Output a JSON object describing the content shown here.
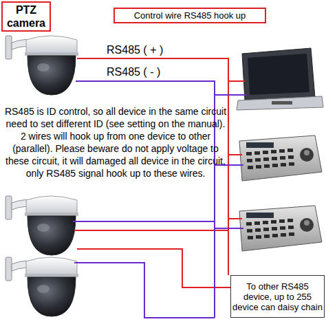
{
  "diagram": {
    "nodes": [
      {
        "text": [
          "PTZ camera"
        ]
      },
      {
        "text": [
          "Control wire RS485 hook up"
        ]
      },
      {
        "text": [
          "To other RS485 device, up to 255 device can daisy chain"
        ]
      }
    ],
    "labels": [
      "RS485 ( + )",
      "RS485 ( - )",
      "RS485 is ID control, so all device in the same circuit need to set different ID (see setting on the manual). 2 wires will hook up from one device to other (parallel). Please beware do not apply voltage to these circuit, it will damaged all device in the circuit, only RS485 signal hook up to these wires."
    ]
  }
}
